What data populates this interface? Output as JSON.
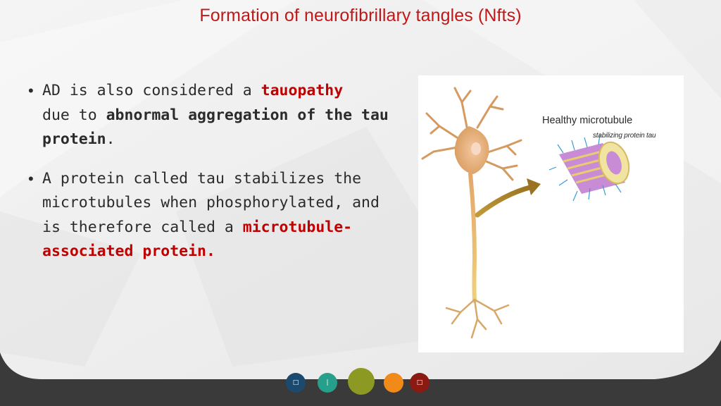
{
  "slide": {
    "title": "Formation of neurofibrillary tangles (Nfts)",
    "bullets": [
      {
        "parts": [
          {
            "text": "AD is also considered a ",
            "style": "normal"
          },
          {
            "text": "tauopathy",
            "style": "bold-red"
          },
          {
            "text": " due to ",
            "style": "normal"
          },
          {
            "text": "abnormal aggregation of the tau protein",
            "style": "bold"
          },
          {
            "text": ".",
            "style": "normal"
          }
        ]
      },
      {
        "parts": [
          {
            "text": " A protein called tau stabilizes the microtubules when phosphorylated, and is therefore called a ",
            "style": "normal"
          },
          {
            "text": "microtubule-associated protein.",
            "style": "bold-red"
          }
        ]
      }
    ],
    "figure": {
      "label_main": "Healthy microtubule",
      "label_sub": "stabilizing protein tau"
    }
  },
  "nav": {
    "buttons": [
      {
        "name": "nav-button-1",
        "color": "#1c4a6e",
        "glyph": "□"
      },
      {
        "name": "nav-button-2",
        "color": "#26a08a",
        "glyph": "|"
      },
      {
        "name": "nav-button-3",
        "color": "#8c9a24",
        "glyph": ""
      },
      {
        "name": "nav-button-4",
        "color": "#f28a1a",
        "glyph": ""
      },
      {
        "name": "nav-button-5",
        "color": "#8a1a12",
        "glyph": "□"
      }
    ]
  },
  "colors": {
    "title": "#c01818",
    "accent_red": "#c00000",
    "body_text": "#2b2b2b",
    "slide_background": "#efefef",
    "footer": "#3a3a3a"
  }
}
